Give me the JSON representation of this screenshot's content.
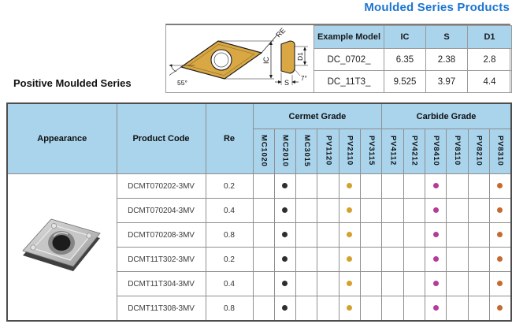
{
  "page": {
    "title": "Moulded Series Products",
    "section_title": "Positive Moulded Series"
  },
  "colors": {
    "title_blue": "#1c75d1",
    "header_blue": "#a9d4ec",
    "insert_gold": "#d9a845",
    "dot_black": "#2e2e2e",
    "dot_gold": "#d2a12e",
    "dot_magenta": "#b43c98",
    "dot_orange": "#c56a30"
  },
  "diagram": {
    "labels": {
      "re": "RE",
      "ic": "IC",
      "angle_corner": "55°",
      "d1": "D1",
      "s": "S",
      "angle_relief": "7°"
    }
  },
  "example_table": {
    "headers": [
      "Example Model",
      "IC",
      "S",
      "D1"
    ],
    "rows": [
      [
        "DC_0702_",
        "6.35",
        "2.38",
        "2.8"
      ],
      [
        "DC_11T3_",
        "9.525",
        "3.97",
        "4.4"
      ]
    ]
  },
  "main_table": {
    "headers": {
      "appearance": "Appearance",
      "product_code": "Product Code",
      "re": "Re",
      "cermet_group": "Cermet Grade",
      "carbide_group": "Carbide Grade"
    },
    "grade_columns": [
      "MC1020",
      "MC2010",
      "MC3015",
      "PV1120",
      "PV2110",
      "PV3115",
      "PV4112",
      "PV4212",
      "PV8410",
      "PV8110",
      "PV8210",
      "PV8310"
    ],
    "dot_colors": {
      "black": "#2e2e2e",
      "gold": "#d2a12e",
      "magenta": "#b43c98",
      "orange": "#c56a30"
    },
    "rows": [
      {
        "code": "DCMT070202-3MV",
        "re": "0.2",
        "dots": {
          "MC2010": "black",
          "PV2110": "gold",
          "PV8410": "magenta",
          "PV8310": "orange"
        }
      },
      {
        "code": "DCMT070204-3MV",
        "re": "0.4",
        "dots": {
          "MC2010": "black",
          "PV2110": "gold",
          "PV8410": "magenta",
          "PV8310": "orange"
        }
      },
      {
        "code": "DCMT070208-3MV",
        "re": "0.8",
        "dots": {
          "MC2010": "black",
          "PV2110": "gold",
          "PV8410": "magenta",
          "PV8310": "orange"
        }
      },
      {
        "code": "DCMT11T302-3MV",
        "re": "0.2",
        "dots": {
          "MC2010": "black",
          "PV2110": "gold",
          "PV8410": "magenta",
          "PV8310": "orange"
        }
      },
      {
        "code": "DCMT11T304-3MV",
        "re": "0.4",
        "dots": {
          "MC2010": "black",
          "PV2110": "gold",
          "PV8410": "magenta",
          "PV8310": "orange"
        }
      },
      {
        "code": "DCMT11T308-3MV",
        "re": "0.8",
        "dots": {
          "MC2010": "black",
          "PV2110": "gold",
          "PV8410": "magenta",
          "PV8310": "orange"
        }
      }
    ]
  }
}
